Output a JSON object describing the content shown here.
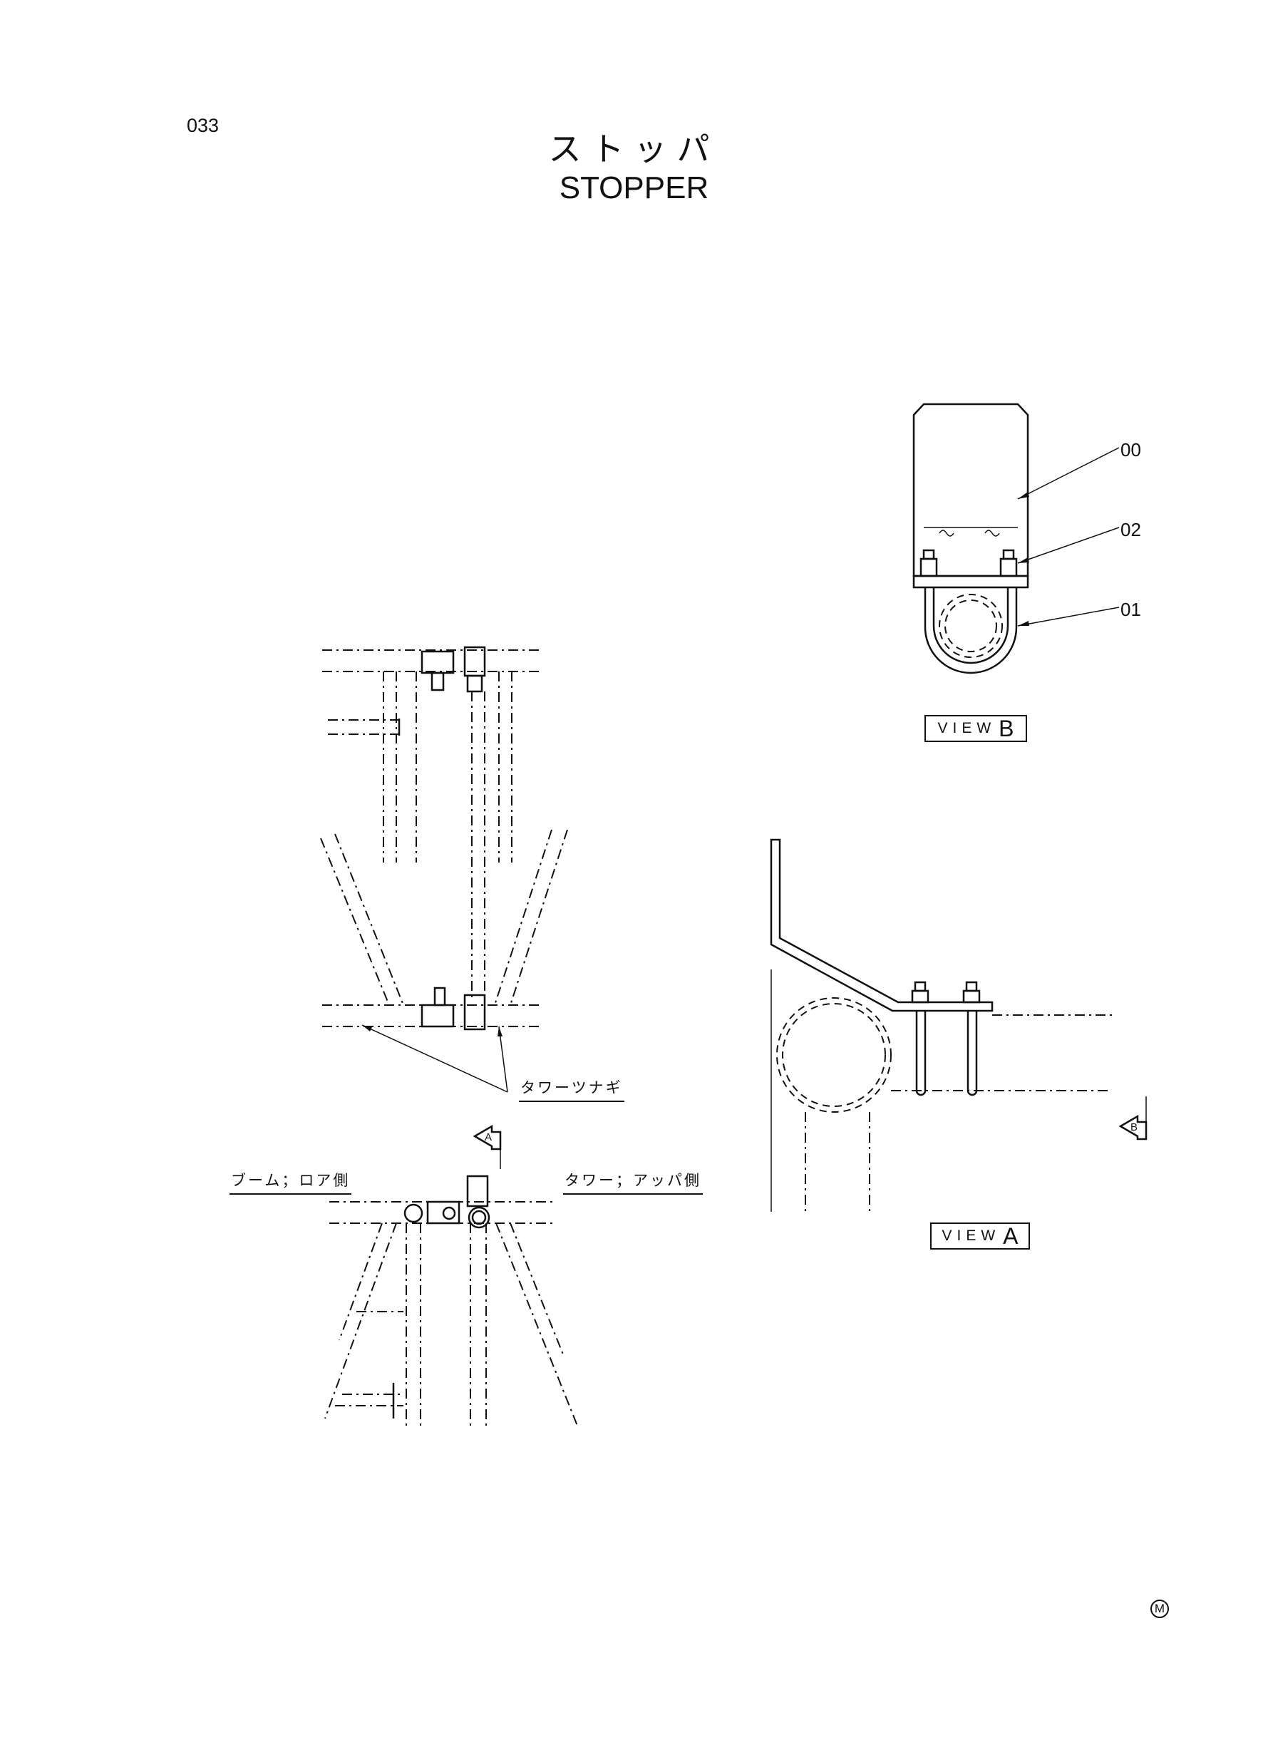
{
  "page": {
    "number": "033",
    "title_jp": "ストッパ",
    "title_en": "STOPPER"
  },
  "views": {
    "view_b": {
      "label_small": "VIEW",
      "label_letter": "B"
    },
    "view_a": {
      "label_small": "VIEW",
      "label_letter": "A"
    }
  },
  "callouts": {
    "c00": "00",
    "c02": "02",
    "c01": "01"
  },
  "labels": {
    "tower_joint": "タワーツナギ",
    "boom_lower": "ブーム；ロア側",
    "tower_upper": "タワー；アッパ側"
  },
  "arrows": {
    "a": "A",
    "b": "B"
  },
  "marker": "M"
}
